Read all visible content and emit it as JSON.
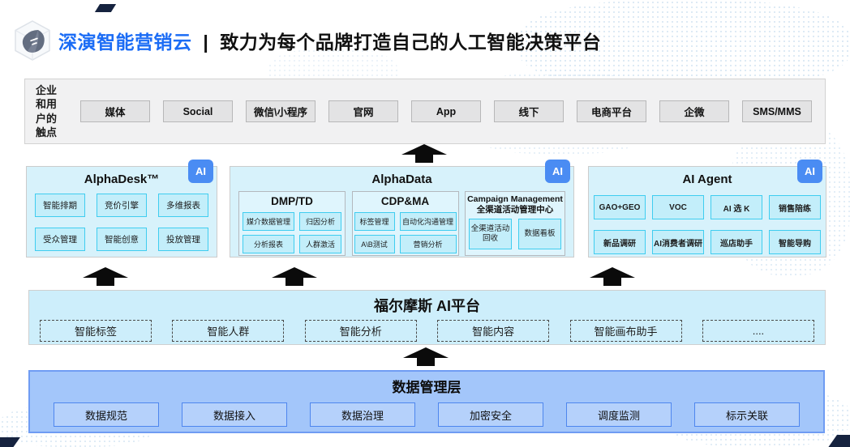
{
  "header": {
    "brand": "深演智能营销云",
    "separator": "|",
    "tagline": "致力为每个品牌打造自己的人工智能决策平台"
  },
  "touchpoints": {
    "label_lines": [
      "企业",
      "和用",
      "户的",
      "触点"
    ],
    "items": [
      "媒体",
      "Social",
      "微信\\小程序",
      "官网",
      "App",
      "线下",
      "电商平台",
      "企微",
      "SMS/MMS"
    ]
  },
  "products": [
    {
      "title": "AlphaDesk™",
      "badge": "AI",
      "modules": [
        "智能排期",
        "竞价引擎",
        "多维报表",
        "受众管理",
        "智能创意",
        "投放管理"
      ]
    },
    {
      "title": "AlphaData",
      "badge": "AI",
      "sections": [
        {
          "title": "DMP/TD",
          "modules": [
            "媒介数据管理",
            "归因分析",
            "分析报表",
            "人群激活"
          ]
        },
        {
          "title": "CDP&MA",
          "modules": [
            "标签管理",
            "自动化沟通管理",
            "A\\B测试",
            "营销分析"
          ]
        },
        {
          "title": "Campaign Management",
          "subtitle": "全渠道活动管理中心",
          "modules": [
            "全渠道活动回收",
            "数据看板"
          ]
        }
      ]
    },
    {
      "title": "AI Agent",
      "badge": "AI",
      "modules": [
        "GAO+GEO",
        "VOC",
        "AI 选 K",
        "销售陪练",
        "新品调研",
        "AI消费者调研",
        "巡店助手",
        "智能导购"
      ]
    }
  ],
  "ai_platform": {
    "title": "福尔摩斯 AI平台",
    "modules": [
      "智能标签",
      "智能人群",
      "智能分析",
      "智能内容",
      "智能画布助手",
      "...."
    ]
  },
  "data_layer": {
    "title": "数据管理层",
    "modules": [
      "数据规范",
      "数据接入",
      "数据治理",
      "加密安全",
      "调度监测",
      "标示关联"
    ]
  },
  "palette": {
    "brand_blue": "#1b6cf5",
    "badge_blue": "#4a8cf3",
    "panel_cyan": "#d7f2fb",
    "module_cyan_fill": "#c3eefa",
    "module_cyan_border": "#3fcdf0",
    "data_layer_fill": "#a3c6fa",
    "data_layer_border": "#6f9cf3",
    "touchpoint_gray": "#e3e3e4",
    "arrow_black": "#0b0b0b"
  }
}
